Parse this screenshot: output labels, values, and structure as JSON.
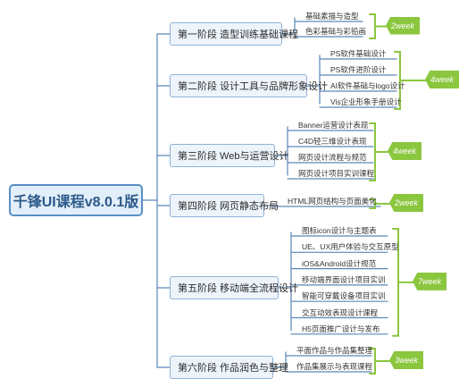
{
  "root": {
    "title": "千锋UI课程v8.0.1版"
  },
  "stages": [
    {
      "label": "第一阶段 造型训练基础课程",
      "items": [
        "基础素描与造型",
        "色彩基础与彩铅画"
      ],
      "duration": "2week"
    },
    {
      "label": "第二阶段 设计工具与品牌形象设计",
      "items": [
        "PS软件基础设计",
        "PS软件进阶设计",
        "AI软件基础与logo设计",
        "Vis企业形象手册设计"
      ],
      "duration": "4week"
    },
    {
      "label": "第三阶段 Web与运营设计",
      "items": [
        "Banner运营设计表现",
        "C4D轻三维设计表现",
        "网页设计流程与规范",
        "网页设计项目实训课程"
      ],
      "duration": "4week"
    },
    {
      "label": "第四阶段 网页静态布局",
      "items": [
        "HTML网页结构与页面美化"
      ],
      "duration": "2week"
    },
    {
      "label": "第五阶段 移动端全流程设计",
      "items": [
        "图标icon设计与主题表",
        "UE、UX用户体验与交互原型",
        "iOS&Android设计规范",
        "移动端界面设计项目实训",
        "智能可穿戴设备项目实训",
        "交互动效表现设计课程",
        "H5页面推广设计与发布"
      ],
      "duration": "7week"
    },
    {
      "label": "第六阶段 作品润色与整理",
      "items": [
        "平面作品与作品集整理",
        "作品集展示与表现课程"
      ],
      "duration": "3week"
    }
  ],
  "colors": {
    "wire": "#5b86b8",
    "bracket": "#8bc63f",
    "tag": "#8bc63f"
  }
}
